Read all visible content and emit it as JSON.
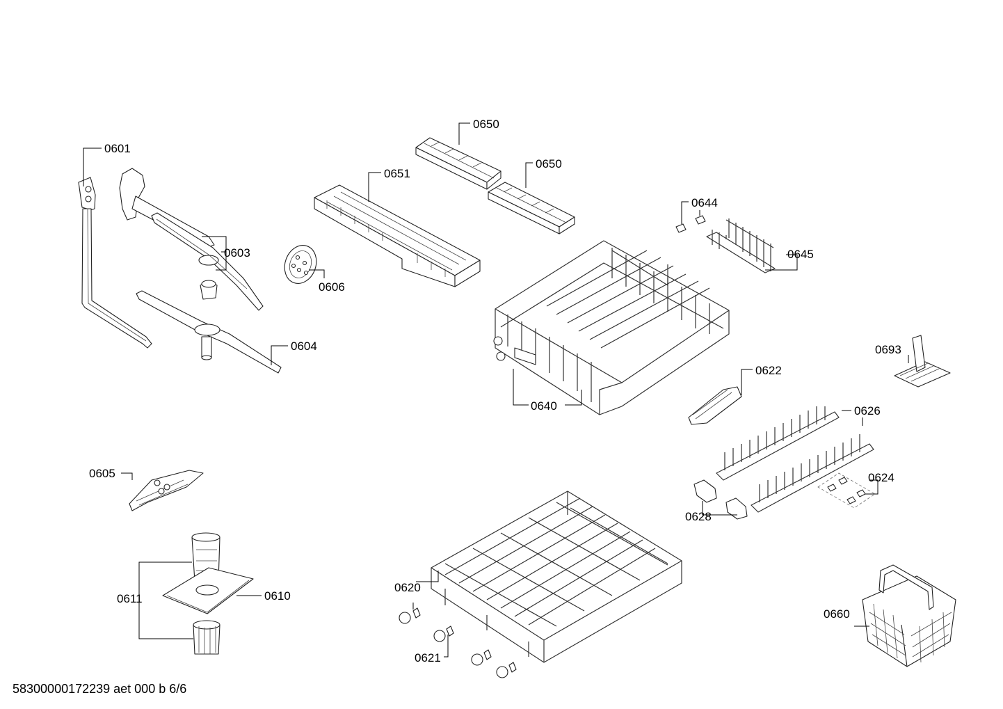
{
  "footer": "58300000172239 aet 000 b 6/6",
  "callouts": {
    "c0601": "0601",
    "c0603": "0603",
    "c0604": "0604",
    "c0605": "0605",
    "c0606": "0606",
    "c0610": "0610",
    "c0611": "0611",
    "c0620": "0620",
    "c0621": "0621",
    "c0622": "0622",
    "c0624": "0624",
    "c0626": "0626",
    "c0628": "0628",
    "c0640": "0640",
    "c0644": "0644",
    "c0645": "0645",
    "c0650a": "0650",
    "c0650b": "0650",
    "c0651": "0651",
    "c0660": "0660",
    "c0693": "0693"
  }
}
